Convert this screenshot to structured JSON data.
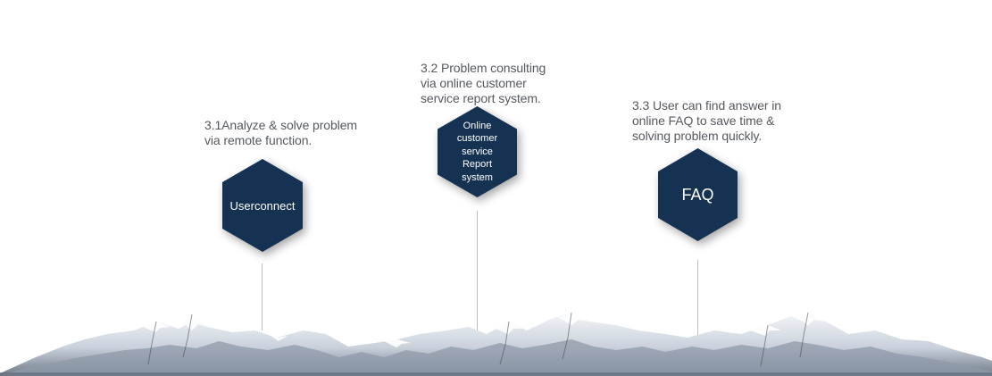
{
  "steps": [
    {
      "caption": "3.1Analyze & solve problem\nvia  remote function.",
      "hex_label": "Userconnect"
    },
    {
      "caption": "3.2  Problem consulting\nvia online customer\nservice report system.",
      "hex_label": "Online\ncustomer\nservice\nReport\nsystem"
    },
    {
      "caption": "3.3 User can find answer in\nonline FAQ to save time &\nsolving problem quickly.",
      "hex_label": "FAQ"
    }
  ],
  "colors": {
    "hex_fill": "#163253",
    "caption_text": "#555a60",
    "connector": "#bdbdbd",
    "mountain_light": "#e8ecf1",
    "mountain_dark": "#4a5462"
  },
  "decor": {
    "background_icon": "snowy-mountain-range-icon"
  }
}
